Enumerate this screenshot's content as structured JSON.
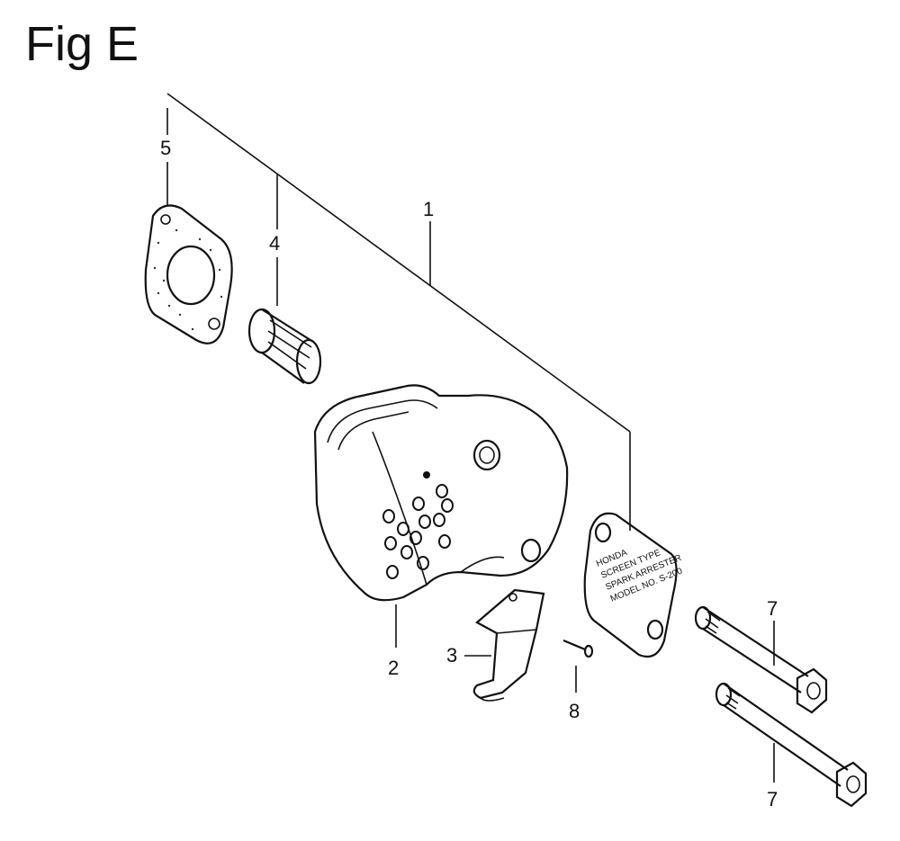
{
  "figure": {
    "title": "Fig E"
  },
  "callouts": {
    "muffler_assembly": "1",
    "muffler": "2",
    "protector_bracket": "3",
    "collar": "4",
    "gasket": "5",
    "bolt_upper": "7",
    "bolt_lower": "7",
    "screw": "8"
  },
  "plate_text": {
    "line1": "HONDA",
    "line2": "SCREEN TYPE",
    "line3": "SPARK ARRESTER",
    "line4": "MODEL NO. S-200"
  }
}
